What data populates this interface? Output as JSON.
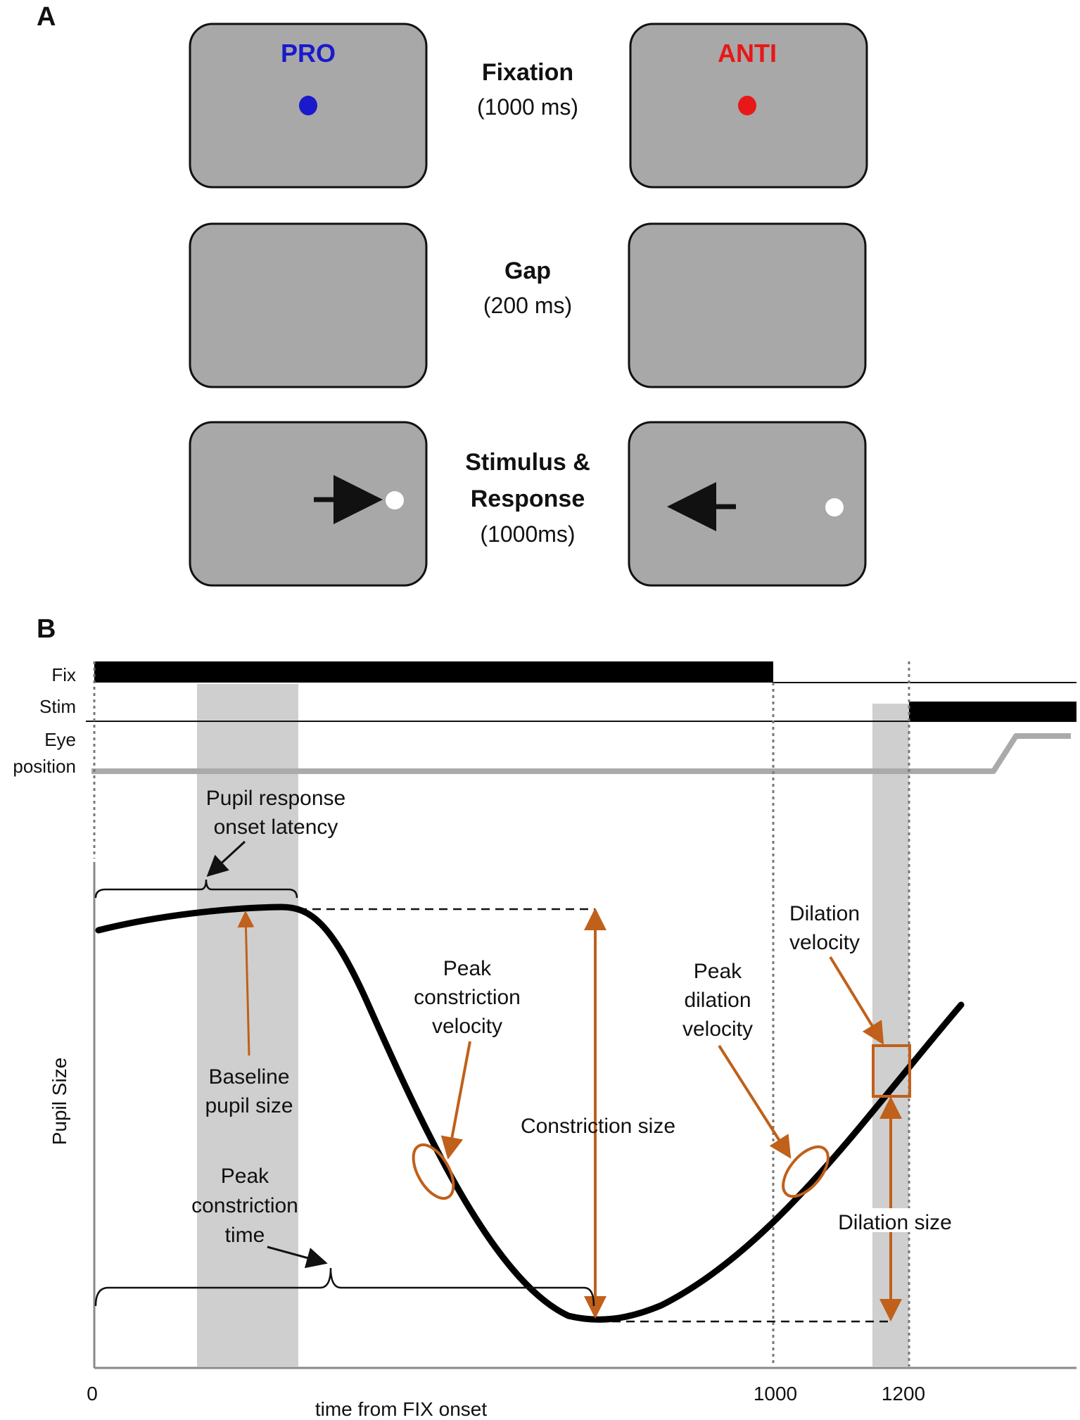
{
  "panel_a": {
    "label": "A",
    "pro_label": "PRO",
    "anti_label": "ANTI",
    "colors": {
      "pro": "#1a1acc",
      "anti": "#e81818",
      "screen": "#a8a8a8"
    },
    "fixation": {
      "title": "Fixation",
      "duration": "(1000 ms)"
    },
    "gap": {
      "title": "Gap",
      "duration": "(200 ms)"
    },
    "stimulus": {
      "title_line1": "Stimulus &",
      "title_line2": "Response",
      "duration": "(1000ms)"
    }
  },
  "panel_b": {
    "label": "B",
    "rows": {
      "fix": "Fix",
      "stim": "Stim",
      "eye_line1": "Eye",
      "eye_line2": "position"
    },
    "y_axis_label": "Pupil Size",
    "x_axis_label": "time from FIX onset",
    "x_ticks": [
      "0",
      "1000",
      "1200"
    ],
    "annotations": {
      "onset_latency_1": "Pupil response",
      "onset_latency_2": "onset latency",
      "baseline_1": "Baseline",
      "baseline_2": "pupil size",
      "peak_constriction_velocity_1": "Peak",
      "peak_constriction_velocity_2": "constriction",
      "peak_constriction_velocity_3": "velocity",
      "constriction_size": "Constriction size",
      "peak_dilation_velocity_1": "Peak",
      "peak_dilation_velocity_2": "dilation",
      "peak_dilation_velocity_3": "velocity",
      "dilation_velocity_1": "Dilation",
      "dilation_velocity_2": "velocity",
      "dilation_size": "Dilation size",
      "peak_constriction_time_1": "Peak",
      "peak_constriction_time_2": "constriction",
      "peak_constriction_time_3": "time"
    },
    "annotation_color": "#c0601a"
  }
}
